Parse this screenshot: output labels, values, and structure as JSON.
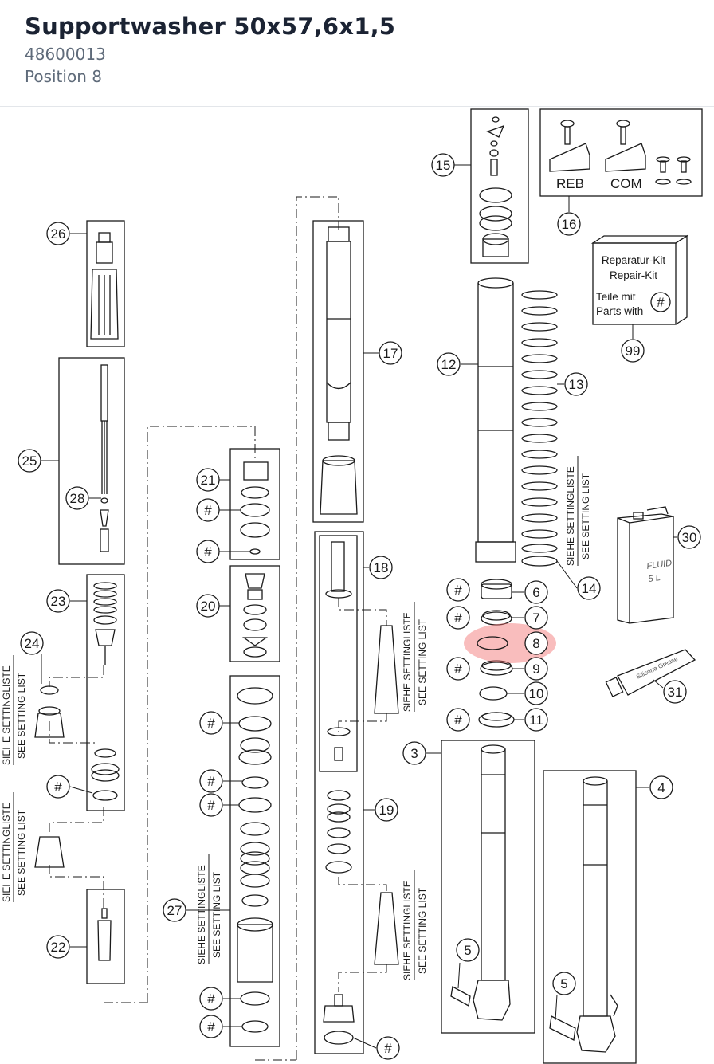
{
  "part": {
    "title": "Supportwasher 50x57,6x1,5",
    "number": "48600013",
    "position": "Position 8"
  },
  "diagram": {
    "highlight_color": "#f26d6d",
    "highlighted_position": "8",
    "labels": {
      "reb": "REB",
      "com": "COM",
      "kit_line1": "Reparatur-Kit",
      "kit_line2": "Repair-Kit",
      "kit_line3": "Teile mit",
      "kit_line4": "Parts with",
      "setting_de": "SIEHE SETTINGLISTE",
      "setting_en": "SEE SETTING LIST",
      "fluid": "FLUID",
      "fluid_vol": "5 L",
      "tube_text": "Silicone Grease"
    },
    "callouts": [
      "26",
      "25",
      "28",
      "23",
      "24",
      "#",
      "22",
      "21",
      "#",
      "#",
      "20",
      "#",
      "#",
      "#",
      "27",
      "#",
      "#",
      "17",
      "18",
      "19",
      "#",
      "15",
      "16",
      "99",
      "12",
      "13",
      "14",
      "30",
      "#",
      "6",
      "#",
      "7",
      "8",
      "#",
      "9",
      "10",
      "#",
      "11",
      "31",
      "3",
      "4",
      "5",
      "5"
    ]
  }
}
